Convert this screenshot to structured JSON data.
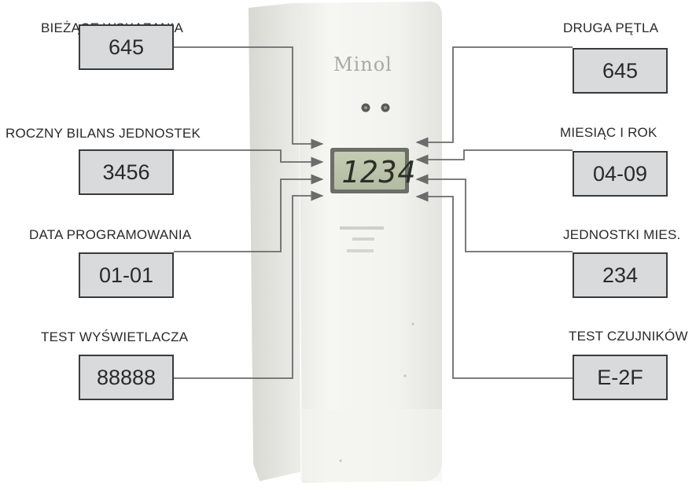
{
  "device": {
    "brand": "Minol",
    "display_value": "1234"
  },
  "left_items": [
    {
      "label": "BIEŻĄCE WSKAZANIA",
      "value": "645"
    },
    {
      "label": "ROCZNY BILANS JEDNOSTEK",
      "value": "3456"
    },
    {
      "label": "DATA PROGRAMOWANIA",
      "value": "01-01"
    },
    {
      "label": "TEST WYŚWIETLACZA",
      "value": "88888"
    }
  ],
  "right_items": [
    {
      "label": "DRUGA PĘTLA",
      "value": "645"
    },
    {
      "label": "MIESIĄC I ROK",
      "value": "04-09"
    },
    {
      "label": "JEDNOSTKI MIES.",
      "value": "234"
    },
    {
      "label": "TEST CZUJNIKÓW",
      "value": "E-2F"
    }
  ]
}
